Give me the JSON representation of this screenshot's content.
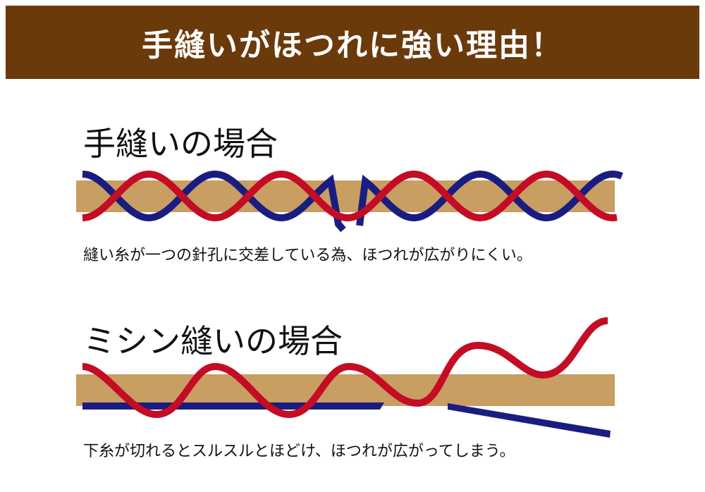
{
  "title": "手縫いがほつれに強い理由！",
  "hand": {
    "heading": "手縫いの場合",
    "caption": "縫い糸が一つの針孔に交差している為、ほつれが広がりにくい。"
  },
  "machine": {
    "heading": "ミシン縫いの場合",
    "caption": "下糸が切れるとスルスルとほどけ、ほつれが広がってしまう。"
  },
  "colors": {
    "header": "#6b3a0b",
    "fabric": "#c89e63",
    "red_thread": "#c40c24",
    "blue_thread": "#1a1d80"
  }
}
